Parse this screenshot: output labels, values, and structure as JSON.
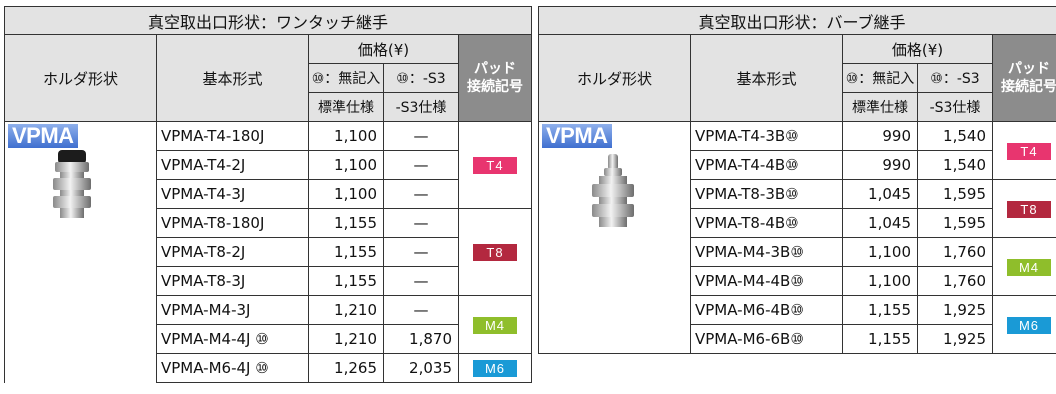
{
  "tables": [
    {
      "title": "真空取出口形状：ワンタッチ継手",
      "col_holder": "ホルダ形状",
      "col_model": "基本形式",
      "col_price": "価格(¥)",
      "col_std_a": "⑩：無記入",
      "col_std_b": "標準仕様",
      "col_s3_a": "⑩：-S3",
      "col_s3_b": "-S3仕様",
      "col_pad_a": "パッド",
      "col_pad_b": "接続記号",
      "logo": "VPMA",
      "rows": [
        {
          "model": "VPMA-T4-180J",
          "std": "1,100",
          "s3": "—"
        },
        {
          "model": "VPMA-T4-2J",
          "std": "1,100",
          "s3": "—"
        },
        {
          "model": "VPMA-T4-3J",
          "std": "1,100",
          "s3": "—"
        },
        {
          "model": "VPMA-T8-180J",
          "std": "1,155",
          "s3": "—"
        },
        {
          "model": "VPMA-T8-2J",
          "std": "1,155",
          "s3": "—"
        },
        {
          "model": "VPMA-T8-3J",
          "std": "1,155",
          "s3": "—"
        },
        {
          "model": "VPMA-M4-3J",
          "std": "1,210",
          "s3": "—"
        },
        {
          "model": "VPMA-M4-4J ⑩",
          "std": "1,210",
          "s3": "1,870"
        },
        {
          "model": "VPMA-M6-4J ⑩",
          "std": "1,265",
          "s3": "2,035"
        }
      ],
      "badges": [
        {
          "label": "T4",
          "color": "#e8356f"
        },
        {
          "label": "T8",
          "color": "#b3283f"
        },
        {
          "label": "M4",
          "color": "#8fbe2b"
        },
        {
          "label": "M6",
          "color": "#1a9ad6"
        }
      ]
    },
    {
      "title": "真空取出口形状：バーブ継手",
      "col_holder": "ホルダ形状",
      "col_model": "基本形式",
      "col_price": "価格(¥)",
      "col_std_a": "⑩：無記入",
      "col_std_b": "標準仕様",
      "col_s3_a": "⑩：-S3",
      "col_s3_b": "-S3仕様",
      "col_pad_a": "パッド",
      "col_pad_b": "接続記号",
      "logo": "VPMA",
      "rows": [
        {
          "model": "VPMA-T4-3B⑩",
          "std": "990",
          "s3": "1,540"
        },
        {
          "model": "VPMA-T4-4B⑩",
          "std": "990",
          "s3": "1,540"
        },
        {
          "model": "VPMA-T8-3B⑩",
          "std": "1,045",
          "s3": "1,595"
        },
        {
          "model": "VPMA-T8-4B⑩",
          "std": "1,045",
          "s3": "1,595"
        },
        {
          "model": "VPMA-M4-3B⑩",
          "std": "1,100",
          "s3": "1,760"
        },
        {
          "model": "VPMA-M4-4B⑩",
          "std": "1,100",
          "s3": "1,760"
        },
        {
          "model": "VPMA-M6-4B⑩",
          "std": "1,155",
          "s3": "1,925"
        },
        {
          "model": "VPMA-M6-6B⑩",
          "std": "1,155",
          "s3": "1,925"
        }
      ],
      "badges": [
        {
          "label": "T4",
          "color": "#e8356f"
        },
        {
          "label": "T8",
          "color": "#b3283f"
        },
        {
          "label": "M4",
          "color": "#8fbe2b"
        },
        {
          "label": "M6",
          "color": "#1a9ad6"
        }
      ]
    }
  ]
}
